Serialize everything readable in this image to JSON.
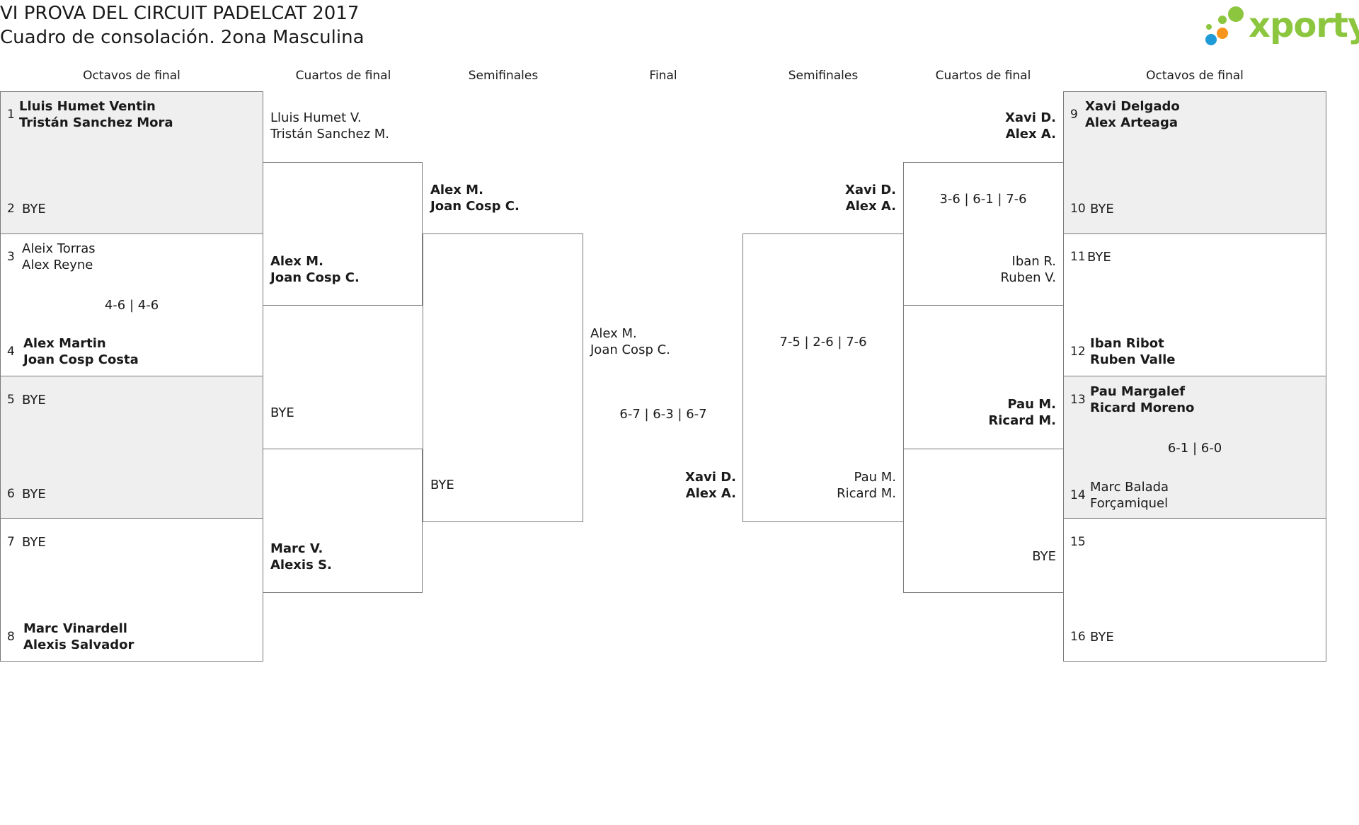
{
  "title": {
    "line1": "VI PROVA DEL CIRCUIT PADELCAT 2017",
    "line2": "Cuadro de consolación. 2ona Masculina"
  },
  "logo": {
    "text": "xporty",
    "colors": [
      "#f7941d",
      "#1e9ad6",
      "#8cc63f"
    ]
  },
  "rounds": {
    "left": [
      "Octavos de final",
      "Cuartos de final",
      "Semifinales"
    ],
    "final": "Final",
    "right": [
      "Semifinales",
      "Cuartos de final",
      "Octavos de final"
    ]
  },
  "left_r16": [
    {
      "seed": "1",
      "p1": "Lluis Humet Ventin",
      "p2": "Tristán Sanchez Mora"
    },
    {
      "seed": "2",
      "p1": "BYE"
    },
    {
      "seed": "3",
      "p1": "Aleix Torras",
      "p2": "Alex Reyne"
    },
    {
      "seed": "4",
      "p1": "Alex Martin",
      "p2": "Joan Cosp Costa"
    },
    {
      "seed": "5",
      "p1": "BYE"
    },
    {
      "seed": "6",
      "p1": "BYE"
    },
    {
      "seed": "7",
      "p1": "BYE"
    },
    {
      "seed": "8",
      "p1": "Marc Vinardell",
      "p2": "Alexis Salvador"
    }
  ],
  "left_r16_scores": [
    "",
    "4-6 | 4-6",
    "",
    ""
  ],
  "left_qf": [
    {
      "p1": "Lluis Humet V.",
      "p2": "Tristán Sanchez M."
    },
    {
      "p1": "Alex M.",
      "p2": "Joan Cosp C."
    },
    {
      "p1": "BYE"
    },
    {
      "p1": "Marc V.",
      "p2": "Alexis S."
    }
  ],
  "left_sf": [
    {
      "p1": "Alex M.",
      "p2": "Joan Cosp C."
    },
    {
      "p1": "BYE"
    }
  ],
  "final": {
    "left": {
      "p1": "Alex M.",
      "p2": "Joan Cosp C."
    },
    "right": {
      "p1": "Xavi D.",
      "p2": "Alex A."
    },
    "score": "6-7 | 6-3 | 6-7"
  },
  "right_sf": [
    {
      "p1": "Xavi D.",
      "p2": "Alex A."
    },
    {
      "p1": "Pau M.",
      "p2": "Ricard M."
    }
  ],
  "right_sf_score": "7-5 | 2-6 | 7-6",
  "right_qf": [
    {
      "p1": "Xavi D.",
      "p2": "Alex A."
    },
    {
      "p1": "Iban R.",
      "p2": "Ruben V."
    },
    {
      "p1": "Pau M.",
      "p2": "Ricard M."
    },
    {
      "p1": "BYE"
    }
  ],
  "right_qf_score": "3-6 | 6-1 | 7-6",
  "right_r16": [
    {
      "seed": "9",
      "p1": "Xavi Delgado",
      "p2": "Alex Arteaga"
    },
    {
      "seed": "10",
      "p1": "BYE"
    },
    {
      "seed": "11",
      "p1": "BYE"
    },
    {
      "seed": "12",
      "p1": "Iban Ribot",
      "p2": "Ruben Valle"
    },
    {
      "seed": "13",
      "p1": "Pau Margalef",
      "p2": "Ricard Moreno"
    },
    {
      "seed": "14",
      "p1": "Marc Balada",
      "p2": "Forçamiquel"
    },
    {
      "seed": "15",
      "p1": ""
    },
    {
      "seed": "16",
      "p1": "BYE"
    }
  ],
  "right_r16_scores": [
    "",
    "",
    "6-1 | 6-0",
    ""
  ]
}
